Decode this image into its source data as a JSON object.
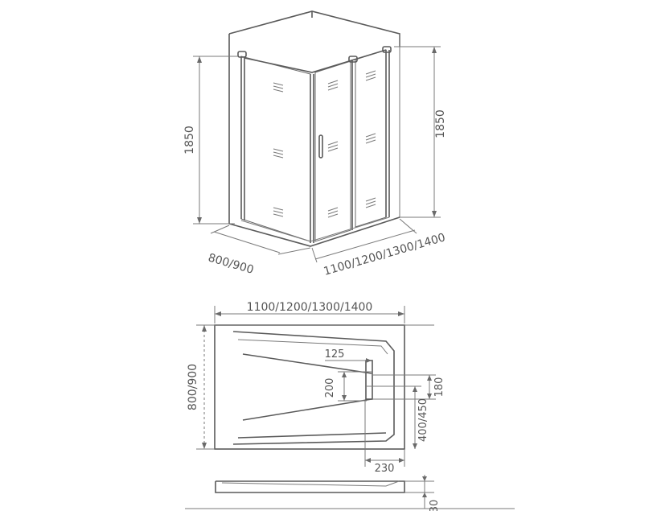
{
  "top_view": {
    "height_left": "1850",
    "height_right": "1850",
    "depth": "800/900",
    "width": "1100/1200/1300/1400"
  },
  "plan_view": {
    "width": "1100/1200/1300/1400",
    "depth": "800/900",
    "drain_offset_x": "125",
    "drain_height": "200",
    "drain_offset_right": "180",
    "drain_from_bottom": "400/450",
    "drain_from_right": "230",
    "tray_height": "30"
  },
  "colors": {
    "line": "#5a5a5a",
    "text": "#555555"
  }
}
